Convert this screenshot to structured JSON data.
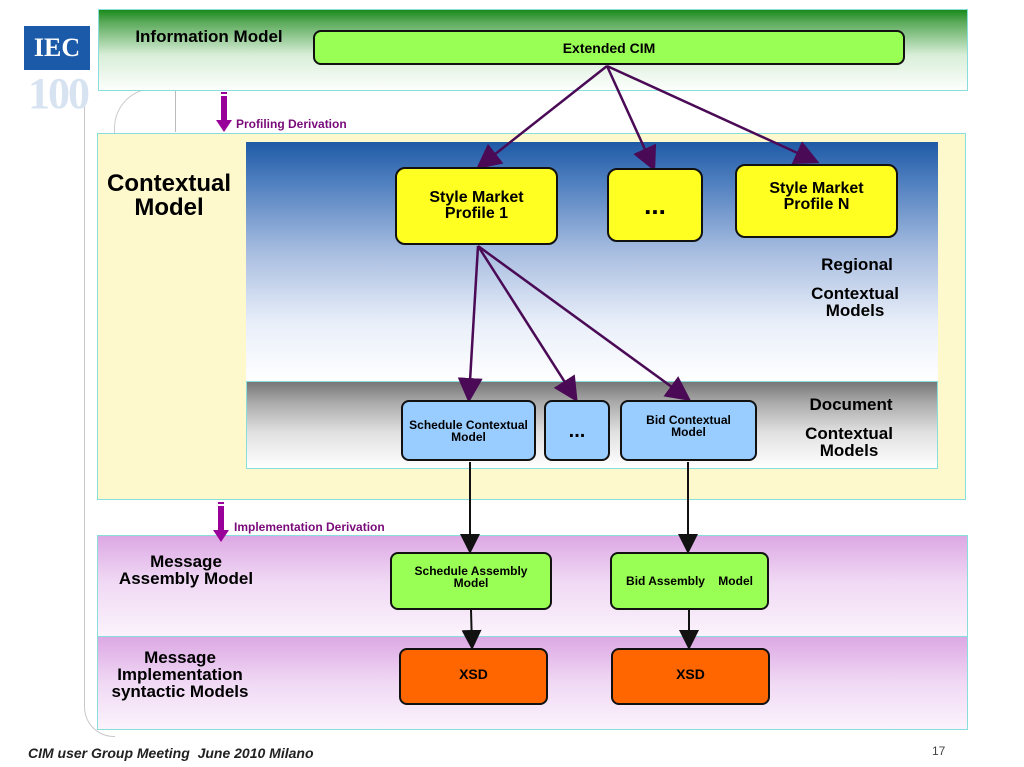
{
  "logo": {
    "text": "IEC",
    "sub": "100"
  },
  "bands": {
    "information": {
      "label": "Information Model"
    },
    "contextual": {
      "label": "Contextual Model"
    },
    "regional": {
      "label_line1": "Regional",
      "label_line2": "Contextual",
      "label_line3": "Models"
    },
    "document": {
      "label_line1": "Document",
      "label_line2": "Contextual",
      "label_line3": "Models"
    },
    "assembly": {
      "label": "Message Assembly Model"
    },
    "implementation": {
      "label": "Message Implementation syntactic Models"
    }
  },
  "arrows": {
    "profiling": "Profiling Derivation",
    "implementation": "Implementation Derivation"
  },
  "boxes": {
    "extended_cim": "Extended CIM",
    "style_market_1": "Style Market Profile 1",
    "style_market_ellipsis": "...",
    "style_market_n": "Style Market Profile N",
    "schedule_contextual": "Schedule Contextual Model",
    "document_ellipsis": "...",
    "bid_contextual": "Bid Contextual Model",
    "schedule_assembly": "Schedule Assembly Model",
    "bid_assembly": "Bid Assembly    Model",
    "xsd_left": "XSD",
    "xsd_right": "XSD"
  },
  "footer": {
    "text": "CIM user Group Meeting  June 2010 Milano",
    "page_number": "17"
  },
  "colors": {
    "green": "#99ff55",
    "yellow": "#ffff22",
    "blue": "#99ccff",
    "orange": "#ff6600",
    "connector": "#4a0a55",
    "derivation_arrow": "#990099"
  }
}
